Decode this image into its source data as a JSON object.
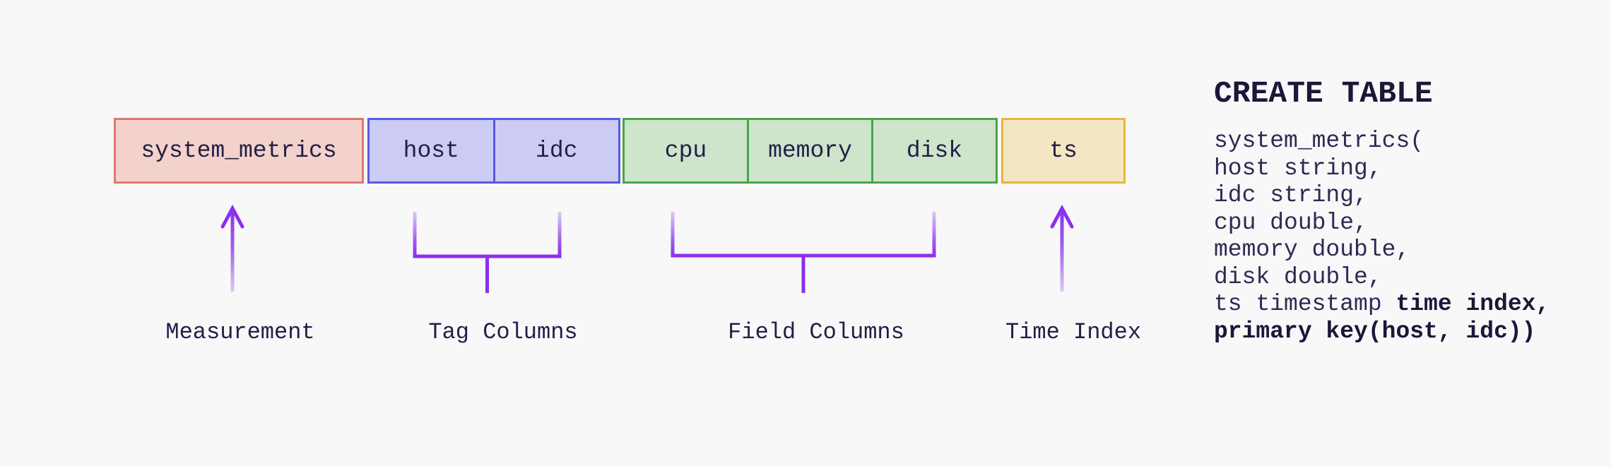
{
  "bar": {
    "boxes": [
      {
        "label": "system_metrics",
        "role": "measurement"
      },
      {
        "label": "host",
        "role": "tag"
      },
      {
        "label": "idc",
        "role": "tag"
      },
      {
        "label": "cpu",
        "role": "field"
      },
      {
        "label": "memory",
        "role": "field"
      },
      {
        "label": "disk",
        "role": "field"
      },
      {
        "label": "ts",
        "role": "time"
      }
    ]
  },
  "annotations": {
    "measurement": "Measurement",
    "tag": "Tag Columns",
    "field": "Field Columns",
    "time": "Time Index"
  },
  "sql": {
    "title": "CREATE TABLE",
    "lines": [
      {
        "normal": "system_metrics(",
        "bold": ""
      },
      {
        "normal": "host string,",
        "bold": ""
      },
      {
        "normal": "idc string,",
        "bold": ""
      },
      {
        "normal": "cpu double,",
        "bold": ""
      },
      {
        "normal": "memory double,",
        "bold": ""
      },
      {
        "normal": "disk double,",
        "bold": ""
      },
      {
        "normal": "ts timestamp ",
        "bold": "time index,"
      },
      {
        "normal": "",
        "bold": "primary key(host, idc))"
      }
    ]
  },
  "colors": {
    "background": "#f8f8f9",
    "measurement_fill": "#f3d2cc",
    "measurement_border": "#e0786d",
    "tag_fill": "#cbcbf4",
    "tag_border": "#5a5ae2",
    "field_fill": "#cee4cb",
    "field_border": "#4aa44a",
    "time_fill": "#f3e6c2",
    "time_border": "#e9b53b",
    "connector_purple": "#8c2ff0",
    "text": "#231e46"
  }
}
